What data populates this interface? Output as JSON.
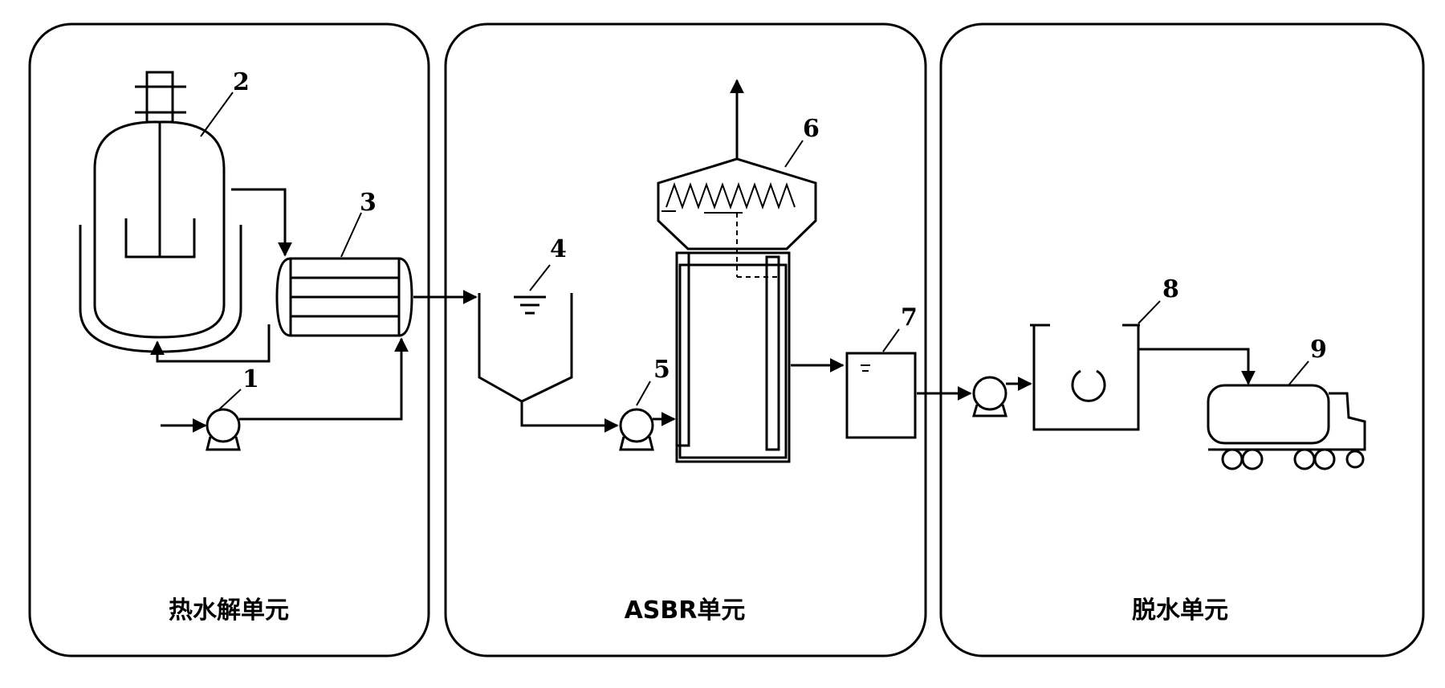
{
  "units": [
    {
      "label": "热水解单元"
    },
    {
      "label": "ASBR单元"
    },
    {
      "label": "脱水单元"
    }
  ],
  "callouts": [
    "1",
    "2",
    "3",
    "4",
    "5",
    "6",
    "7",
    "8",
    "9"
  ]
}
